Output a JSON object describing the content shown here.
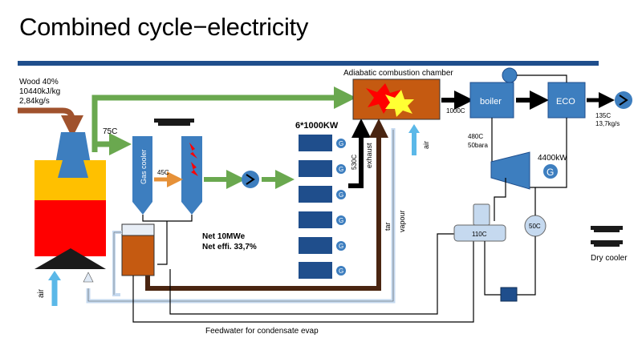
{
  "slide": {
    "title": "Combined cycle−electricity"
  },
  "labels": {
    "wood_line1": "Wood 40%",
    "wood_line2": "10440kJ/kg",
    "wood_line3": "2,84kg/s",
    "gas_temp_75": "75C",
    "gas_cooler": "Gas cooler",
    "temp_45": "45C",
    "chamber": "Adiabatic combustion chamber",
    "chamber_outlet_temp": "1000C",
    "boiler": "boiler",
    "eco": "ECO",
    "stack_temp": "135C",
    "stack_flow": "13,7kg/s",
    "steam_temp": "480C",
    "steam_pressure": "50bara",
    "turbine_power": "4400kW",
    "generator_letter": "G",
    "engines": "6*1000KW",
    "exhaust_temp": "530C",
    "exhaust": "exhaust",
    "air_chamber": "air",
    "tar": "tar",
    "vapour": "vapour",
    "condenser_temp": "110C",
    "tank_temp": "50C",
    "net_power": "Net 10MWe",
    "net_efficiency": "Net effi. 33,7%",
    "dry_cooler": "Dry cooler",
    "air_gasifier": "air",
    "feedwater": "Feedwater for condensate evap"
  },
  "colors": {
    "header_bar": "#1f4e8c",
    "green_pipe": "#6aa84f",
    "brown_pipe": "#a0522d",
    "dark_brown_pipe": "#4a2511",
    "orange_pipe": "#e69138",
    "blue_equipment": "#3d7ebf",
    "light_blue": "#c5d9ef",
    "gasifier_yellow": "#ffc000",
    "gasifier_red": "#ff0000",
    "chamber_fill": "#c55a11",
    "air_arrow": "#5bb8e8"
  }
}
